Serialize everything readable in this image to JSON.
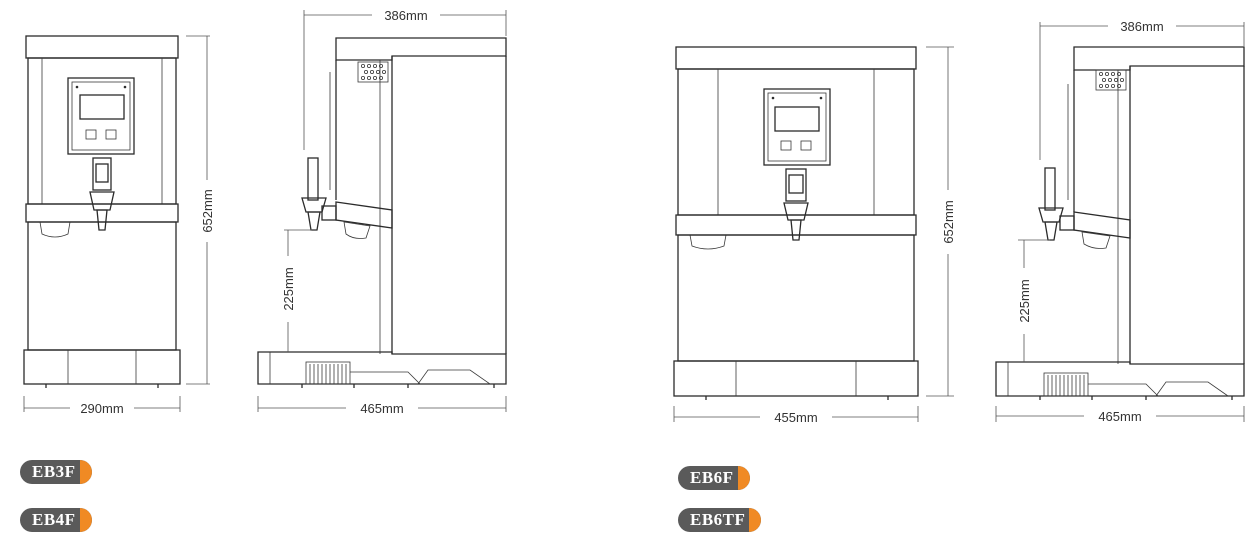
{
  "dimensions": {
    "a_depth_top": "386mm",
    "a_height": "652mm",
    "a_width": "290mm",
    "a_tap_height": "225mm",
    "a_depth_base": "465mm",
    "b_depth_top": "386mm",
    "b_height": "652mm",
    "b_width": "455mm",
    "b_tap_height": "225mm",
    "b_depth_base": "465mm"
  },
  "models": {
    "eb3f": "EB3F",
    "eb4f": "EB4F",
    "eb6f": "EB6F",
    "eb6tf": "EB6TF"
  },
  "colors": {
    "badge": "#5a5a5a",
    "badge_tip": "#f08a24",
    "line": "#2b2b2b"
  }
}
